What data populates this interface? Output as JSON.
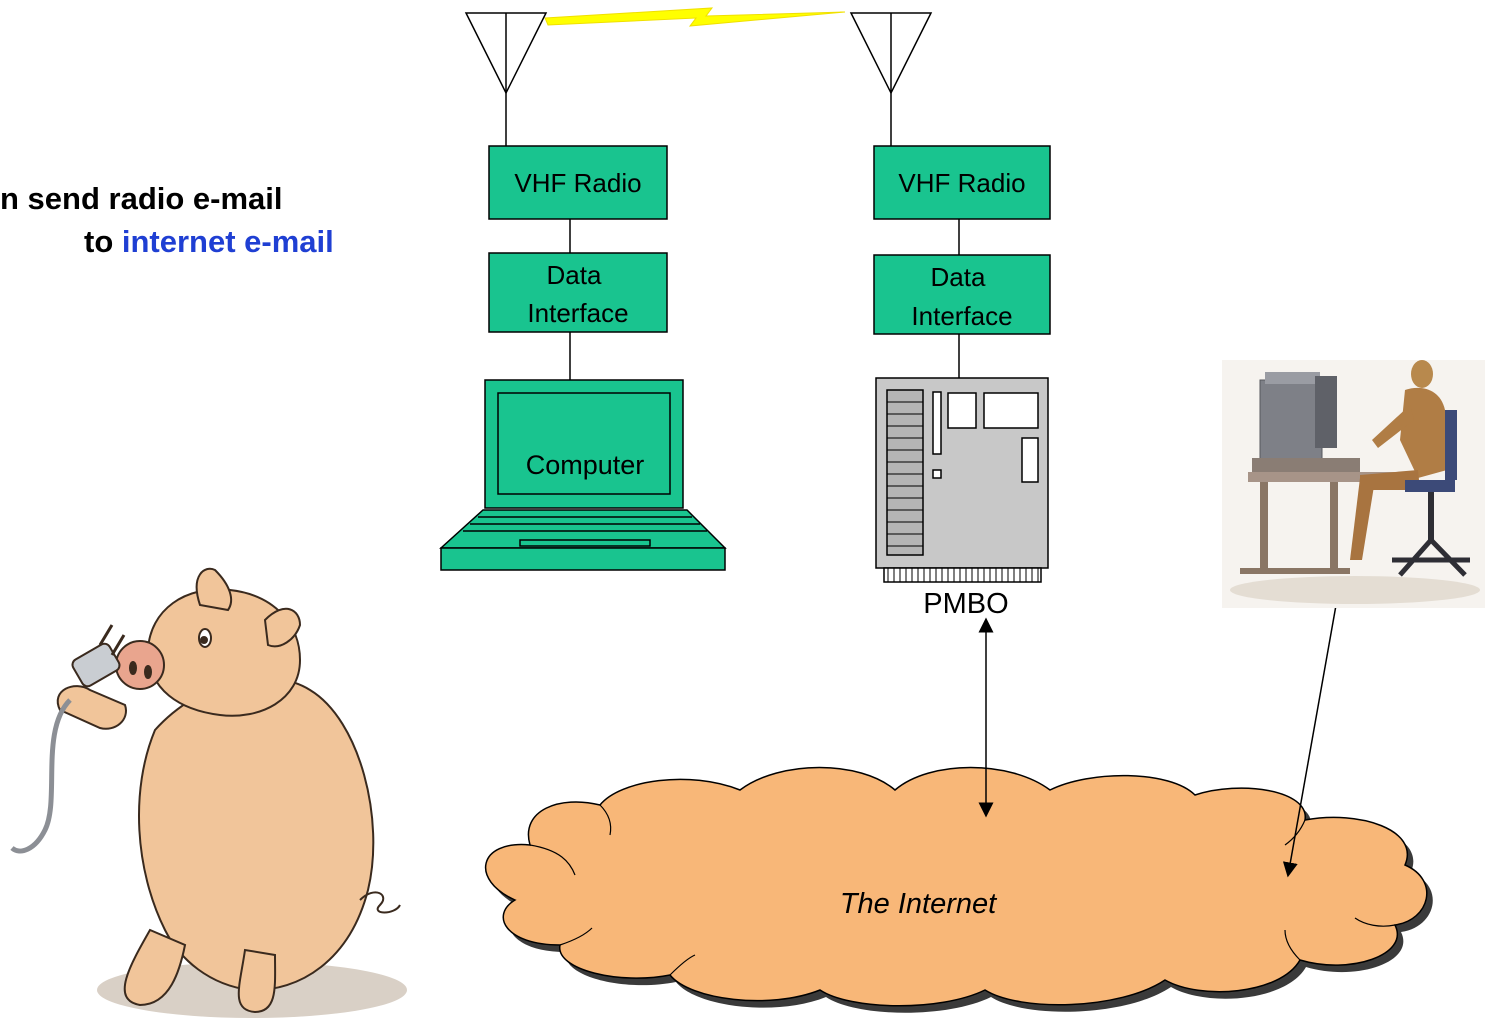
{
  "headline": {
    "line1": "n send radio e-mail",
    "line2_prefix": "to ",
    "line2_highlight": "internet e-mail"
  },
  "left_station": {
    "radio": "VHF Radio",
    "interface_line1": "Data",
    "interface_line2": "Interface",
    "computer": "Computer"
  },
  "right_station": {
    "radio": "VHF Radio",
    "interface_line1": "Data",
    "interface_line2": "Interface",
    "server_label": "PMBO"
  },
  "cloud": {
    "label": "The Internet"
  },
  "colors": {
    "box_fill": "#19c48f",
    "cloud_fill": "#f8b778",
    "link_bolt": "#ffff00",
    "highlight_text": "#1f3fd3"
  }
}
